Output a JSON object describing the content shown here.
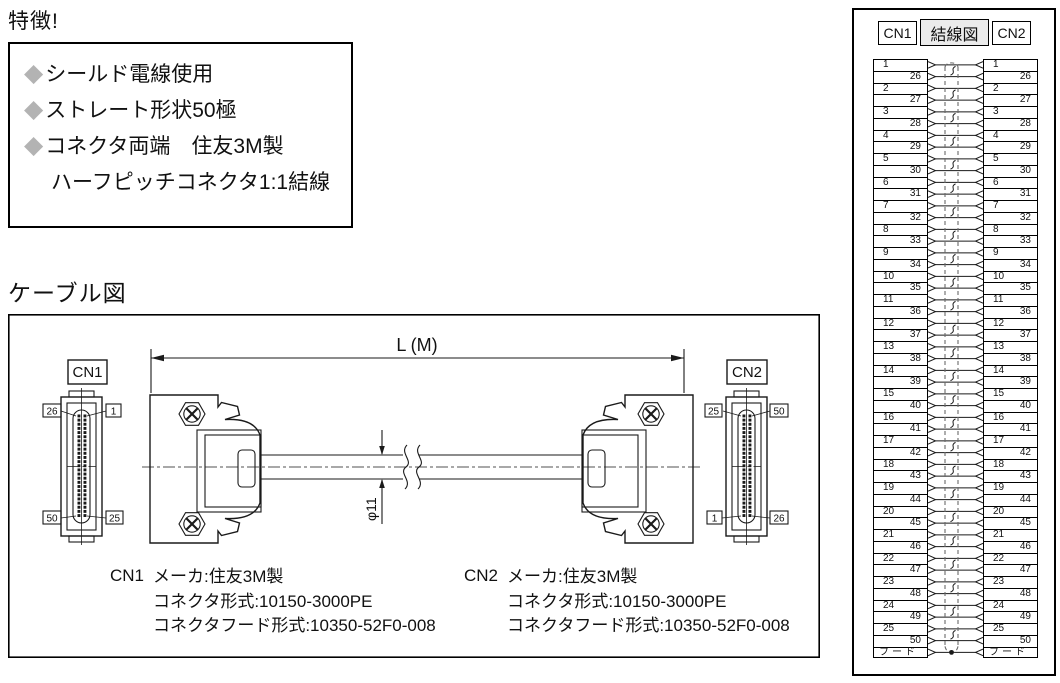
{
  "features": {
    "title": "特徴!",
    "bullet_glyph": "◆",
    "bullet_color": "#b3b3b3",
    "items": [
      {
        "bullet": true,
        "text": "シールド電線使用"
      },
      {
        "bullet": true,
        "text": "ストレート形状50極"
      },
      {
        "bullet": true,
        "text": "コネクタ両端　住友3M製"
      },
      {
        "bullet": false,
        "text": "ハーフピッチコネクタ1:1結線"
      }
    ]
  },
  "cable_diagram": {
    "title": "ケーブル図",
    "length_label": "L (M)",
    "diameter_label": "φ11",
    "cn1": {
      "label": "CN1",
      "pins": {
        "top_left": "26",
        "top_right": "1",
        "bottom_left": "50",
        "bottom_right": "25"
      }
    },
    "cn2": {
      "label": "CN2",
      "pins": {
        "top_left": "25",
        "top_right": "50",
        "bottom_left": "1",
        "bottom_right": "26"
      }
    },
    "connector_info": [
      {
        "id": "CN1",
        "lines": [
          "メーカ:住友3M製",
          "コネクタ形式:10150-3000PE",
          "コネクタフード形式:10350-52F0-008"
        ]
      },
      {
        "id": "CN2",
        "lines": [
          "メーカ:住友3M製",
          "コネクタ形式:10150-3000PE",
          "コネクタフード形式:10350-52F0-008"
        ]
      }
    ]
  },
  "wiring_diagram": {
    "headers": {
      "left": "CN1",
      "center": "結線図",
      "right": "CN2"
    },
    "center_header_bg": "#ebebeb",
    "rows": [
      "1",
      "26",
      "2",
      "27",
      "3",
      "28",
      "4",
      "29",
      "5",
      "30",
      "6",
      "31",
      "7",
      "32",
      "8",
      "33",
      "9",
      "34",
      "10",
      "35",
      "11",
      "36",
      "12",
      "37",
      "13",
      "38",
      "14",
      "39",
      "15",
      "40",
      "16",
      "41",
      "17",
      "42",
      "18",
      "43",
      "19",
      "44",
      "20",
      "45",
      "21",
      "46",
      "22",
      "47",
      "23",
      "48",
      "24",
      "49",
      "25",
      "50",
      "フード"
    ]
  }
}
